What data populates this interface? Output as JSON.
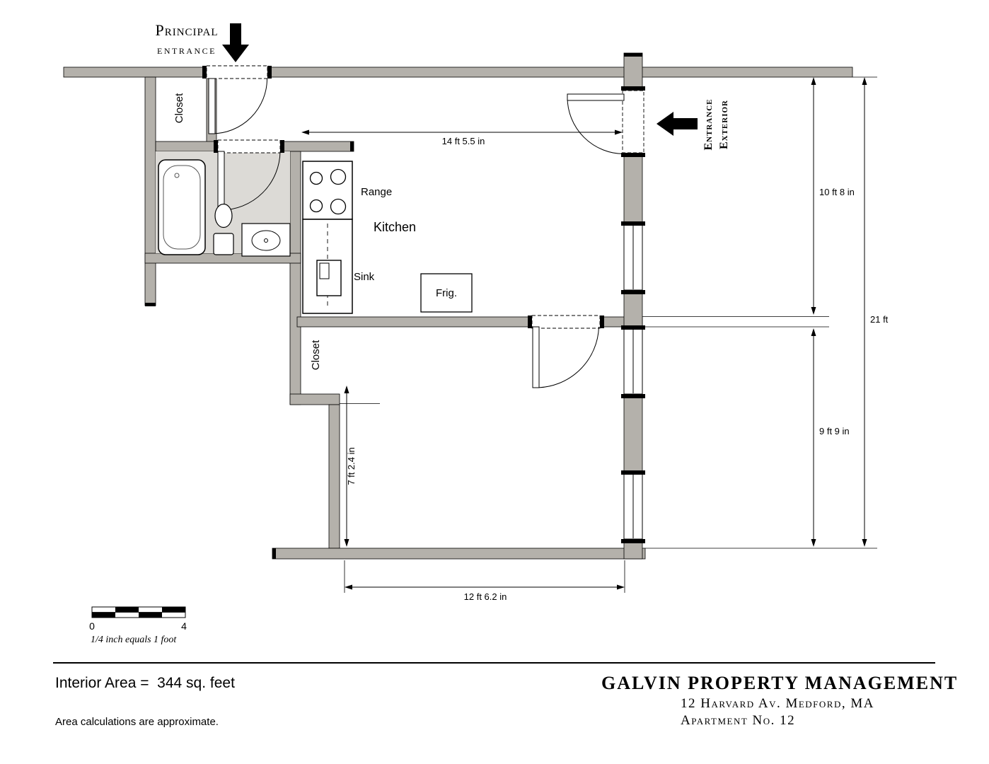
{
  "labels": {
    "principal_entrance_1": "Principal",
    "principal_entrance_2": "entrance",
    "entrance_exterior_1": "Entrance",
    "entrance_exterior_2": "Exterior",
    "closet_top": "Closet",
    "closet_lower": "Closet",
    "kitchen": "Kitchen",
    "range": "Range",
    "sink": "Sink",
    "fridge": "Frig."
  },
  "dimensions": {
    "hall_width": "14 ft 5.5 in",
    "upper_height": "10 ft 8 in",
    "total_height": "21 ft",
    "lower_height": "9 ft 9 in",
    "closet_wall": "7 ft 2.4 in",
    "room_width": "12 ft 6.2 in"
  },
  "scale_bar": {
    "start": "0",
    "end": "4",
    "caption": "1/4 inch equals 1 foot"
  },
  "footer": {
    "interior_area": "Interior Area =  344 sq. feet",
    "disclaimer": "Area calculations are approximate.",
    "company": "GALVIN PROPERTY MANAGEMENT",
    "address": "12 Harvard Av. Medford, MA",
    "apartment": "Apartment No. 12"
  },
  "colors": {
    "wall_gray": "#b4b1ab",
    "bath_floor": "#dcdad6",
    "ink": "#000000"
  }
}
